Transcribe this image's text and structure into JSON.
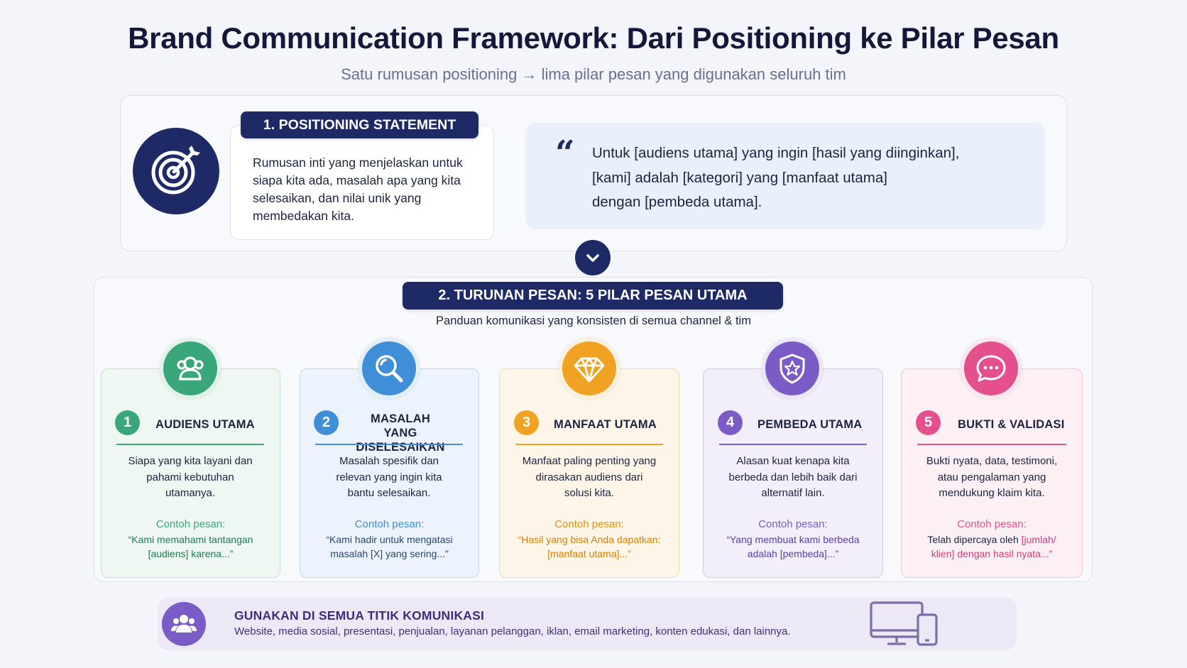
{
  "header": {
    "title": "Brand Communication Framework: Dari Positioning ke Pilar Pesan",
    "subtitle": "Satu rumusan positioning → lima pilar pesan yang digunakan seluruh tim"
  },
  "positioning": {
    "label": "1. POSITIONING STATEMENT",
    "description": "Rumusan inti yang menjelaskan untuk siapa kita ada, masalah apa yang kita selesaikan, dan nilai unik yang membedakan kita.",
    "quote_line1": "Untuk [audiens utama] yang ingin [hasil yang diinginkan],",
    "quote_line2": "[kami] adalah [kategori] yang [manfaat utama]",
    "quote_line3": "dengan [pembeda utama]."
  },
  "pillars_section": {
    "label": "2. TURUNAN PESAN: 5 PILAR PESAN UTAMA",
    "subtitle": "Panduan komunikasi yang konsisten di semua channel & tim",
    "pillars": [
      {
        "number": "1",
        "title": "AUDIENS UTAMA",
        "description": "Siapa yang kita layani dan pahami kebutuhan utamanya.",
        "example_label": "Contoh pesan:",
        "example": "“Kami memahami tantangan [audiens] karena...”",
        "color": "#3aa77a",
        "icon": "users-icon"
      },
      {
        "number": "2",
        "title_line1": "MASALAH",
        "title_line2": "YANG DISELESAIKAN",
        "description": "Masalah spesifik dan relevan yang ingin kita bantu selesaikan.",
        "example_label": "Contoh pesan:",
        "example": "“Kami hadir untuk mengatasi masalah [X] yang sering...”",
        "color": "#3f8fd8",
        "icon": "search-icon"
      },
      {
        "number": "3",
        "title": "MANFAAT UTAMA",
        "description": "Manfaat paling penting yang dirasakan audiens dari solusi kita.",
        "example_label": "Contoh pesan:",
        "example": "“Hasil yang bisa Anda dapatkan: [manfaat utama]...”",
        "color": "#f0a322",
        "icon": "diamond-icon"
      },
      {
        "number": "4",
        "title": "PEMBEDA UTAMA",
        "description": "Alasan kuat kenapa kita berbeda dan lebih baik dari alternatif lain.",
        "example_label": "Contoh pesan:",
        "example": "“Yang membuat kami berbeda adalah [pembeda]...”",
        "color": "#7b5cc6",
        "icon": "shield-star-icon"
      },
      {
        "number": "5",
        "title": "BUKTI & VALIDASI",
        "description": "Bukti nyata, data, testimoni, atau pengalaman yang mendukung klaim kita.",
        "example_label": "Contoh pesan:",
        "example_prefix": "Telah dipercaya oleh",
        "example": "[jumlah/ klien] dengan hasil nyata...”",
        "color": "#e4508c",
        "icon": "chat-icon"
      }
    ]
  },
  "footer": {
    "title": "GUNAKAN DI SEMUA TITIK KOMUNIKASI",
    "text": "Website, media sosial, presentasi, penjualan, layanan pelanggan, iklan, email marketing, konten edukasi, dan lainnya."
  }
}
